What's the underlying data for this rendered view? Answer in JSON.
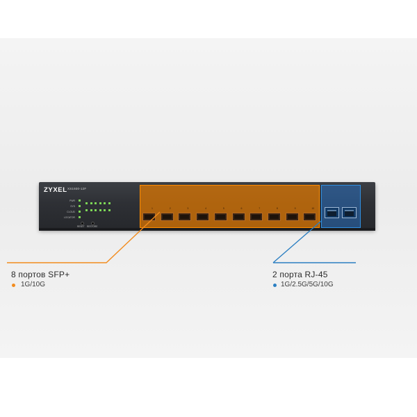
{
  "device": {
    "brand": "ZYXEL",
    "model": "XS1930-12F",
    "status_leds": [
      {
        "label": "PWR"
      },
      {
        "label": "SYS"
      },
      {
        "label": "CLOUD"
      },
      {
        "label": "LOCATOR"
      }
    ],
    "buttons": [
      "RESET",
      "RESTORE"
    ]
  },
  "callouts": {
    "sfp": {
      "title": "8 портов SFP+",
      "bullet": "1G/10G",
      "color": "#f28c1e"
    },
    "rj45": {
      "title": "2 порта RJ-45",
      "bullet": "1G/2.5G/5G/10G",
      "color": "#2b7fc2"
    }
  },
  "sfp_port_numbers": [
    "1",
    "2",
    "3",
    "4",
    "5",
    "6",
    "7",
    "8",
    "9",
    "10"
  ],
  "colors": {
    "sfp_highlight": "#e27800",
    "rj45_highlight": "#2f8fe0",
    "led_green": "#7ed957"
  }
}
